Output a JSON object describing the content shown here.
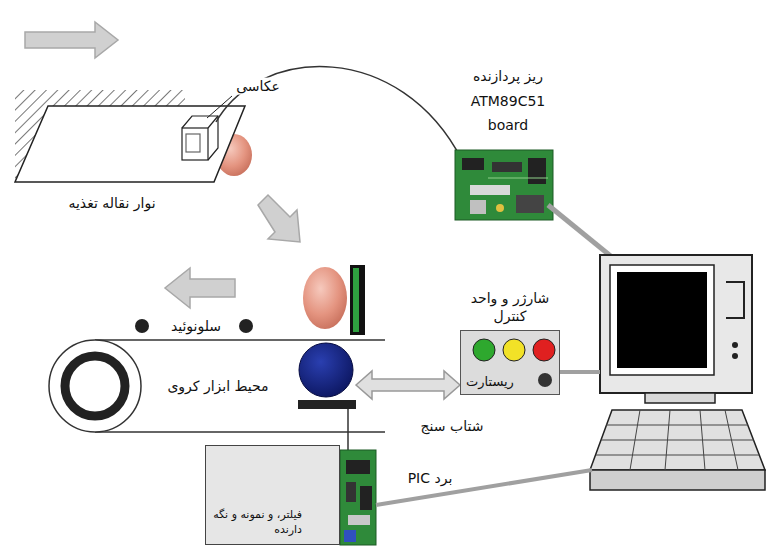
{
  "diagram": {
    "nodes": [
      {
        "text": [
          "ریز پردازنده ATM89C51 board"
        ]
      },
      {
        "text": [
          "شارژر و واحد کنترل",
          "ریستارت"
        ]
      },
      {
        "text": [
          "فیلتر، و نمونه و نگه دارنده"
        ]
      }
    ],
    "labels": [
      "عکاسی",
      "نوار نقاله تغذیه",
      "سلونوئید",
      "محیط ابزار کروی",
      "شتاب سنج",
      "برد PIC"
    ]
  }
}
